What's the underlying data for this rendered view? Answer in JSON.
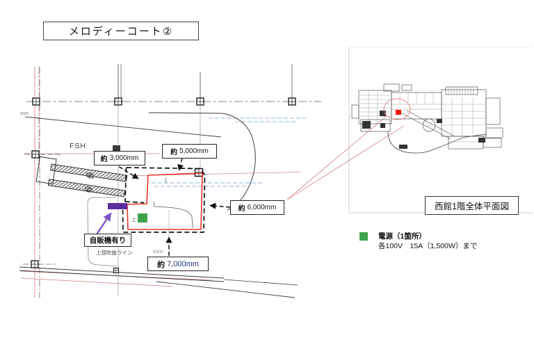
{
  "page": {
    "title": "メロディーコート②",
    "background": "#ffffff"
  },
  "detail_plan": {
    "fsh_label": "FSH",
    "upper_void_line_label": "上部吹抜ライン",
    "dim_8300": "8300",
    "edge_dim_3000": "3000",
    "floor_mark": "上",
    "vending_label": "自販機有り",
    "measurements": [
      {
        "prefix": "約",
        "value": "3,000mm"
      },
      {
        "prefix": "約",
        "value": "5,000mm"
      },
      {
        "prefix": "約",
        "value": "6,000mm"
      },
      {
        "prefix": "約",
        "value": "7,000mm"
      }
    ],
    "colors": {
      "area_outline": "#e8342c",
      "boundary_dash": "#111111",
      "vending_rect": "#5b2d9e",
      "vending_arrow": "#7d53c4",
      "power_square": "#3fa34d",
      "grid_red": "#cf7b76",
      "grid_blue": "#93b6da"
    }
  },
  "overview_panel": {
    "caption": "西館1階全体平面図",
    "colors": {
      "marker": "#ee1100",
      "highlight_circle": "#dc8a8a",
      "leader_line": "#cc6a6a"
    }
  },
  "legend": {
    "swatch_color": "#3fa34d",
    "line1": "電源（1箇所）",
    "line2": "各100V　15A（1,500W）まで"
  }
}
